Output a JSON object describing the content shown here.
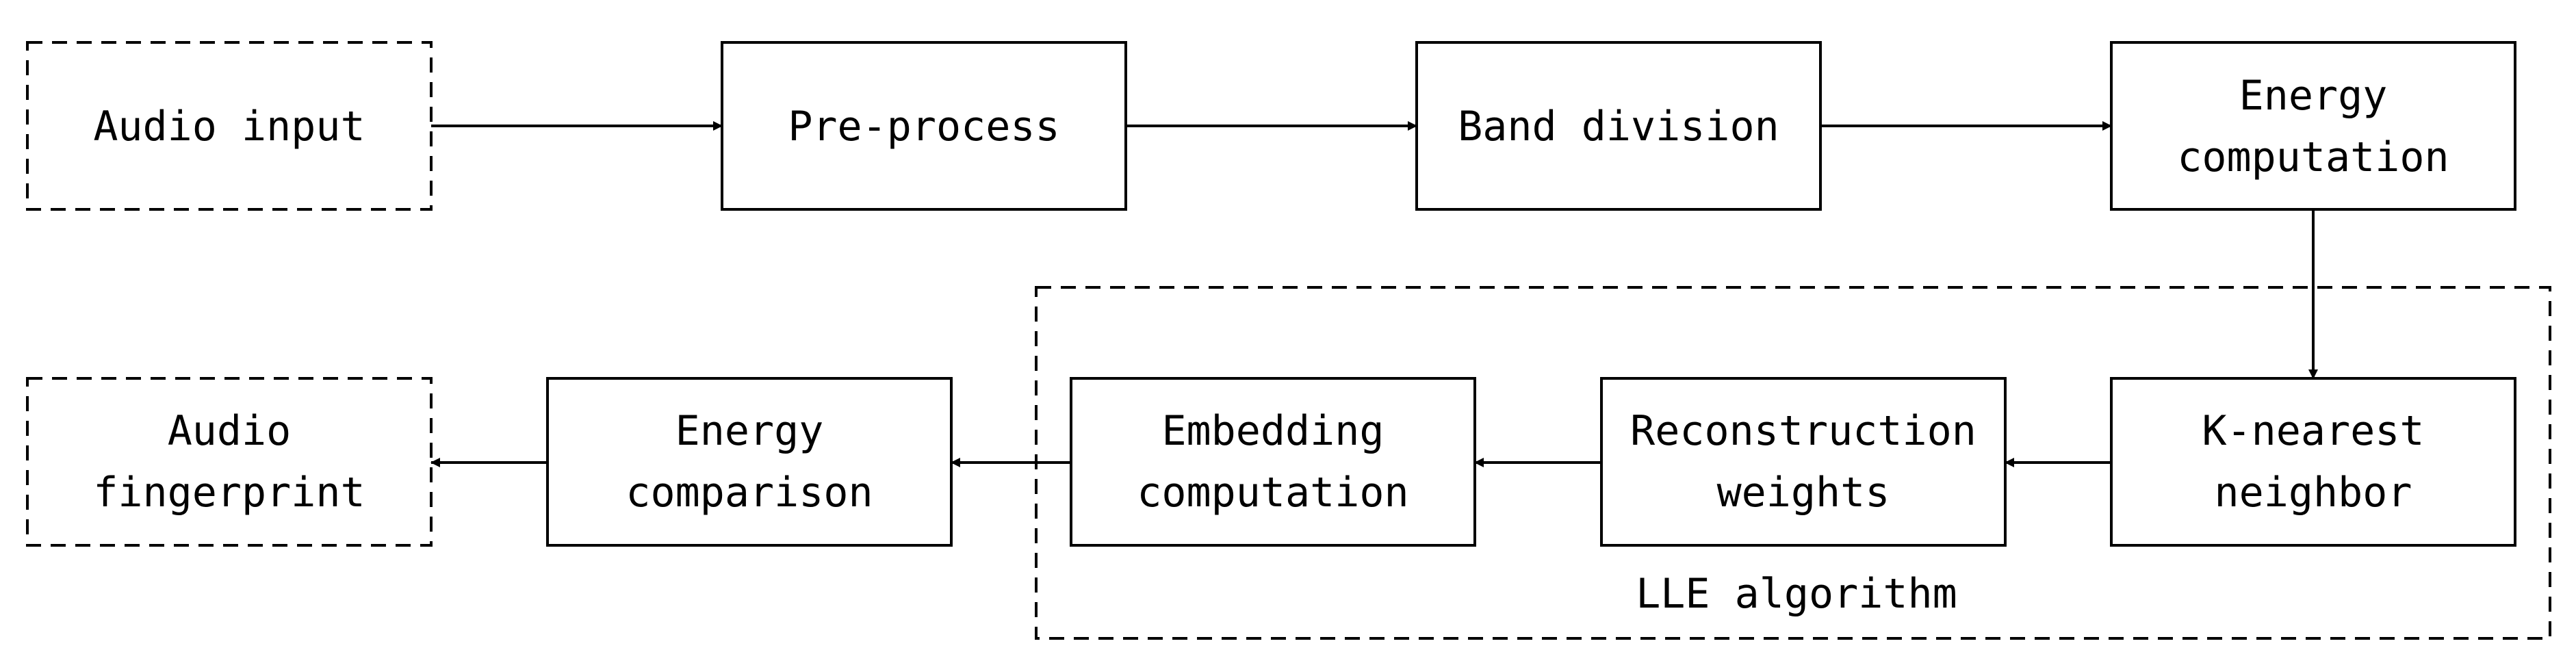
{
  "nodes": {
    "audio_input": [
      "Audio input"
    ],
    "pre_process": [
      "Pre-process"
    ],
    "band_division": [
      "Band division"
    ],
    "energy_computation": [
      "Energy",
      "computation"
    ],
    "k_nearest": [
      "K-nearest",
      "neighbor"
    ],
    "reconstruction": [
      "Reconstruction",
      "weights"
    ],
    "embedding": [
      "Embedding",
      "computation"
    ],
    "energy_comparison": [
      "Energy",
      "comparison"
    ],
    "audio_fingerprint": [
      "Audio",
      "fingerprint"
    ]
  },
  "group": {
    "label": "LLE algorithm"
  }
}
